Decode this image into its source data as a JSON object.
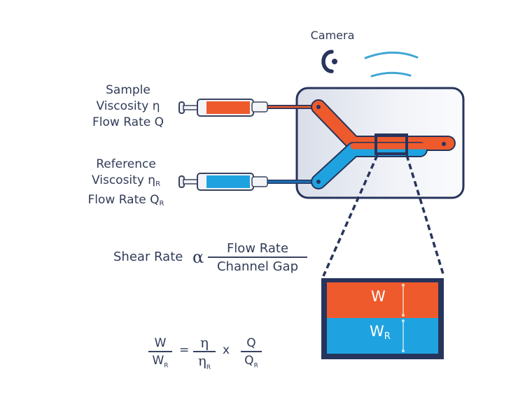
{
  "camera": {
    "label": "Camera",
    "icon": "camera-icon"
  },
  "sample": {
    "line1": "Sample",
    "line2": "Viscosity η",
    "line3": "Flow Rate Q",
    "color": "#ee5a2c"
  },
  "reference": {
    "line1": "Reference",
    "line2_main": "Viscosity η",
    "line2_sub": "R",
    "line3_main": "Flow Rate Q",
    "line3_sub": "R",
    "color": "#1fa3e0"
  },
  "shear": {
    "lhs": "Shear Rate",
    "symbol": "α",
    "numerator": "Flow Rate",
    "denominator": "Channel Gap"
  },
  "zoom_box": {
    "top_label": "W",
    "bottom_label_main": "W",
    "bottom_label_sub": "R"
  },
  "equation": {
    "f1_num": "W",
    "f1_den_main": "W",
    "f1_den_sub": "R",
    "equals": "=",
    "f2_num": "η",
    "f2_den_main": "η",
    "f2_den_sub": "R",
    "times": "x",
    "f3_num": "Q",
    "f3_den_main": "Q",
    "f3_den_sub": "R"
  },
  "colors": {
    "outline": "#27345c",
    "sample": "#ee5a2c",
    "reference": "#1fa3e0",
    "chip_bg": "#e4e8f0",
    "wave": "#3fa6d4"
  }
}
